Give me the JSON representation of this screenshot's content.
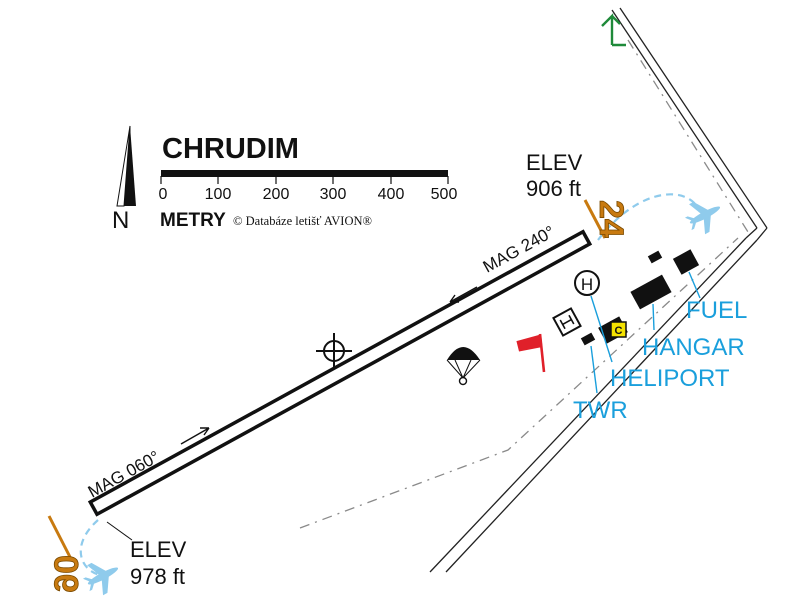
{
  "title": "CHRUDIM",
  "north_label": "N",
  "scale": {
    "ticks": [
      "0",
      "100",
      "200",
      "300",
      "400",
      "500"
    ],
    "unit": "METRY",
    "copyright": "© Databáze letišť AVION®"
  },
  "runway": {
    "heading_upper": "MAG 240°",
    "heading_lower": "MAG 060°",
    "threshold_24": "24",
    "threshold_06": "06",
    "elev_ne_label": "ELEV",
    "elev_ne_value": "906 ft",
    "elev_sw_label": "ELEV",
    "elev_sw_value": "978 ft"
  },
  "facilities": {
    "fuel": "FUEL",
    "hangar": "HANGAR",
    "heliport": "HELIPORT",
    "tower": "TWR",
    "heliport_symbol": "H",
    "customs_badge": "C"
  },
  "colors": {
    "label_blue": "#1a9fdc",
    "threshold_orange": "#c87a10",
    "north_green": "#1f8a3a",
    "windsock_red": "#e0202a",
    "aircraft_blue": "#8fcbec",
    "badge_yellow": "#f4e200"
  },
  "icons": [
    "north-arrow-icon",
    "airport-reference-point-icon",
    "parachute-icon",
    "windsock-icon",
    "aircraft-icon",
    "heliport-icon",
    "customs-badge-icon"
  ]
}
